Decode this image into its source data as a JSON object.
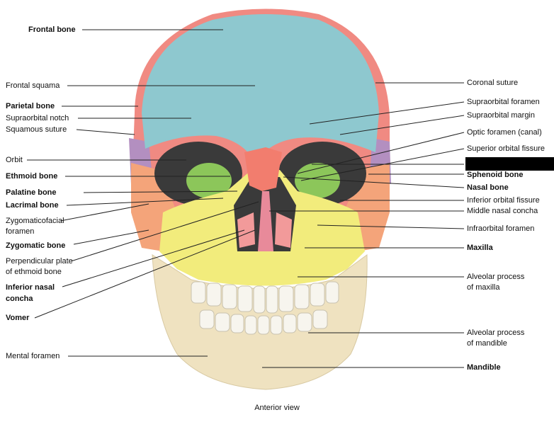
{
  "labels_left": [
    {
      "text": "Frontal bone",
      "bold": true
    },
    {
      "text": "Frontal squama",
      "bold": false
    },
    {
      "text": "Parietal bone",
      "bold": true
    },
    {
      "text": "Supraorbital notch",
      "bold": false
    },
    {
      "text": "Squamous suture",
      "bold": false
    },
    {
      "text": "Orbit",
      "bold": false
    },
    {
      "text": "Ethmoid bone",
      "bold": true
    },
    {
      "text": "Palatine bone",
      "bold": true
    },
    {
      "text": "Lacrimal bone",
      "bold": true
    },
    {
      "text": "Zygomaticofacial",
      "bold": false
    },
    {
      "text": "foramen",
      "bold": false
    },
    {
      "text": "Zygomatic bone",
      "bold": true
    },
    {
      "text": "Perpendicular plate",
      "bold": false
    },
    {
      "text": "of ethmoid bone",
      "bold": false
    },
    {
      "text": "Inferior nasal",
      "bold": true
    },
    {
      "text": "concha",
      "bold": true
    },
    {
      "text": "Vomer",
      "bold": true
    },
    {
      "text": "Mental foramen",
      "bold": false
    }
  ],
  "labels_right": [
    {
      "text": "Coronal suture",
      "bold": false
    },
    {
      "text": "Supraorbital foramen",
      "bold": false
    },
    {
      "text": "Supraorbital margin",
      "bold": false
    },
    {
      "text": "Optic foramen (canal)",
      "bold": false
    },
    {
      "text": "Superior orbital fissure",
      "bold": false
    },
    {
      "text": "Sphenoid bone",
      "bold": true
    },
    {
      "text": "Nasal bone",
      "bold": true
    },
    {
      "text": "Inferior orbital fissure",
      "bold": false
    },
    {
      "text": "Middle nasal concha",
      "bold": false
    },
    {
      "text": "Infraorbital foramen",
      "bold": false
    },
    {
      "text": "Maxilla",
      "bold": true
    },
    {
      "text": "Alveolar process",
      "bold": false
    },
    {
      "text": "of maxilla",
      "bold": false
    },
    {
      "text": "Alveolar process",
      "bold": false
    },
    {
      "text": "of mandible",
      "bold": false
    },
    {
      "text": "Mandible",
      "bold": true
    }
  ],
  "caption": "Anterior view",
  "colors": {
    "frontal": "#8ec8cf",
    "parietal": "#f08a82",
    "sphenoid": "#b38fc0",
    "temporal": "#e8a09a",
    "zygomatic": "#f4a47a",
    "ethmoid": "#8cc65a",
    "maxilla": "#f2ec7c",
    "nasal": "#f27d6e",
    "mandible": "#efe2c0",
    "teeth": "#f7f5ee",
    "redaction": "#000000"
  }
}
